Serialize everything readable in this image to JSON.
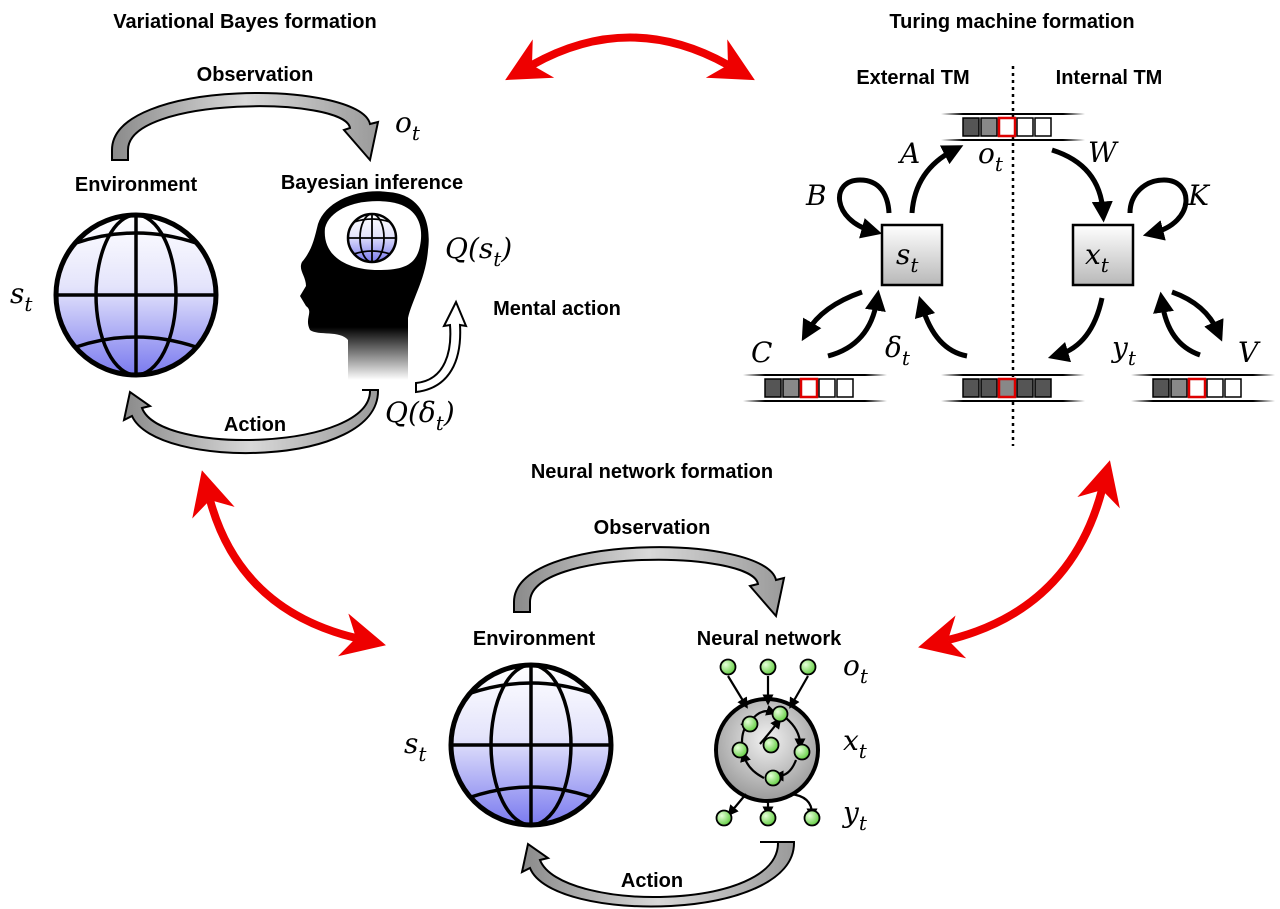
{
  "panels": {
    "vb": {
      "title": "Variational Bayes formation",
      "observation": "Observation",
      "environment": "Environment",
      "inference": "Bayesian inference",
      "mental_action": "Mental action",
      "action": "Action",
      "o_t": "o",
      "o_t_sub": "t",
      "s_t": "s",
      "s_t_sub": "t",
      "q_s_pre": "Q(s",
      "q_s_sub": "t",
      "q_s_post": ")",
      "q_d_pre": "Q(δ",
      "q_d_sub": "t",
      "q_d_post": ")"
    },
    "tm": {
      "title": "Turing machine formation",
      "external": "External TM",
      "internal": "Internal TM",
      "A": "A",
      "B": "B",
      "C": "C",
      "K": "K",
      "V": "V",
      "W": "W",
      "o_t": "o",
      "o_t_sub": "t",
      "s_t": "s",
      "s_t_sub": "t",
      "x_t": "x",
      "x_t_sub": "t",
      "d_t": "δ",
      "d_t_sub": "t",
      "y_t": "y",
      "y_t_sub": "t"
    },
    "nn": {
      "title": "Neural network formation",
      "observation": "Observation",
      "environment": "Environment",
      "network": "Neural network",
      "action": "Action",
      "s_t": "s",
      "s_t_sub": "t",
      "o_t": "o",
      "o_t_sub": "t",
      "x_t": "x",
      "x_t_sub": "t",
      "y_t": "y",
      "y_t_sub": "t"
    }
  },
  "colors": {
    "equivalence_arrow": "#ee0000",
    "globe_top": "#ffffff",
    "globe_bottom": "#7777ee",
    "flow_arrow": "#b8b8b8",
    "neuron": "#88ee66",
    "tape_dark": "#555555",
    "tape_head": "#dd0000"
  }
}
